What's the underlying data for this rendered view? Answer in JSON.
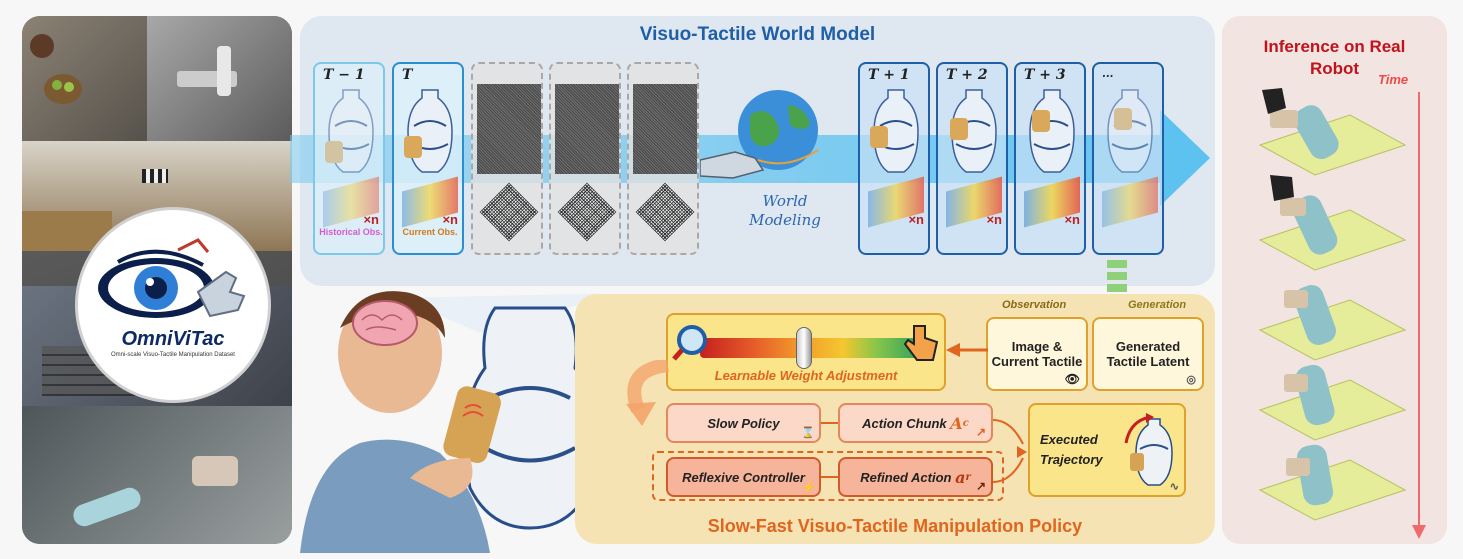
{
  "left_panel": {
    "logo_name": "OmniViTac",
    "logo_subtitle": "Omni-scale Visuo-Tactile Manipulation Dataset"
  },
  "world_model": {
    "title": "Visuo-Tactile World Model",
    "frames": [
      {
        "label": "T − 1",
        "obs_label": "Historical Obs.",
        "kind": "historical"
      },
      {
        "label": "T",
        "obs_label": "Current Obs.",
        "kind": "current"
      },
      {
        "label": "",
        "obs_label": "",
        "kind": "noise"
      },
      {
        "label": "",
        "obs_label": "",
        "kind": "noise"
      },
      {
        "label": "",
        "obs_label": "",
        "kind": "noise"
      },
      {
        "label": "T + 1",
        "obs_label": "",
        "kind": "future"
      },
      {
        "label": "T + 2",
        "obs_label": "",
        "kind": "future"
      },
      {
        "label": "T + 3",
        "obs_label": "",
        "kind": "future"
      },
      {
        "label": "...",
        "obs_label": "",
        "kind": "future"
      }
    ],
    "multiplier": "×n",
    "center_label_1": "World",
    "center_label_2": "Modeling"
  },
  "policy": {
    "title": "Slow-Fast Visuo-Tactile Manipulation Policy",
    "observation_label": "Observation",
    "generation_label": "Generation",
    "obs_box_line1": "Image &",
    "obs_box_line2": "Current Tactile",
    "gen_box_line1": "Generated",
    "gen_box_line2": "Tactile Latent",
    "weight_label": "Learnable Weight Adjustment",
    "slow_policy": "Slow Policy",
    "action_chunk": "Action Chunk",
    "action_chunk_sym": "A",
    "action_chunk_sub": "c",
    "reflexive": "Reflexive Controller",
    "refined_action": "Refined Action",
    "refined_sym": "a",
    "refined_sub": "r",
    "executed_line1": "Executed",
    "executed_line2": "Trajectory"
  },
  "robot_panel": {
    "title_line1": "Inference on Real",
    "title_line2": "Robot",
    "time_label": "Time"
  },
  "colors": {
    "wm_blue": "#1f5fa8",
    "policy_orange": "#e0651e",
    "robot_red": "#c0131c"
  }
}
